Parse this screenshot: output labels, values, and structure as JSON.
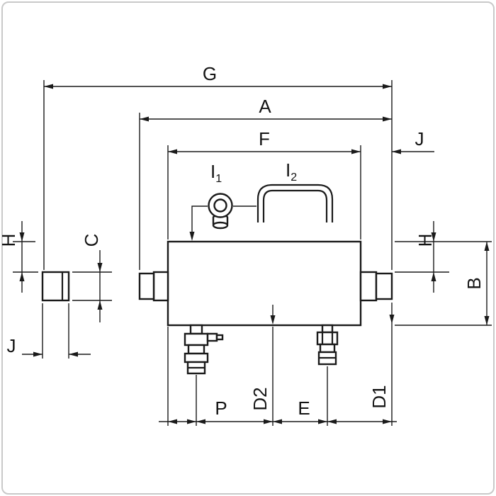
{
  "page": {
    "background": "#ffffff",
    "frame_border_color": "#c9c9c9",
    "line_color": "#1a1a1a"
  },
  "drawing": {
    "labels": {
      "G": "G",
      "A": "A",
      "F": "F",
      "J_top": "J",
      "I1": {
        "base": "I",
        "sub": "1"
      },
      "I2": {
        "base": "I",
        "sub": "2"
      },
      "H_left": "H",
      "C": "C",
      "H_right": "H",
      "B": "B",
      "J_bottom": "J",
      "P": "P",
      "D2": "D2",
      "E": "E",
      "D1": "D1"
    }
  }
}
